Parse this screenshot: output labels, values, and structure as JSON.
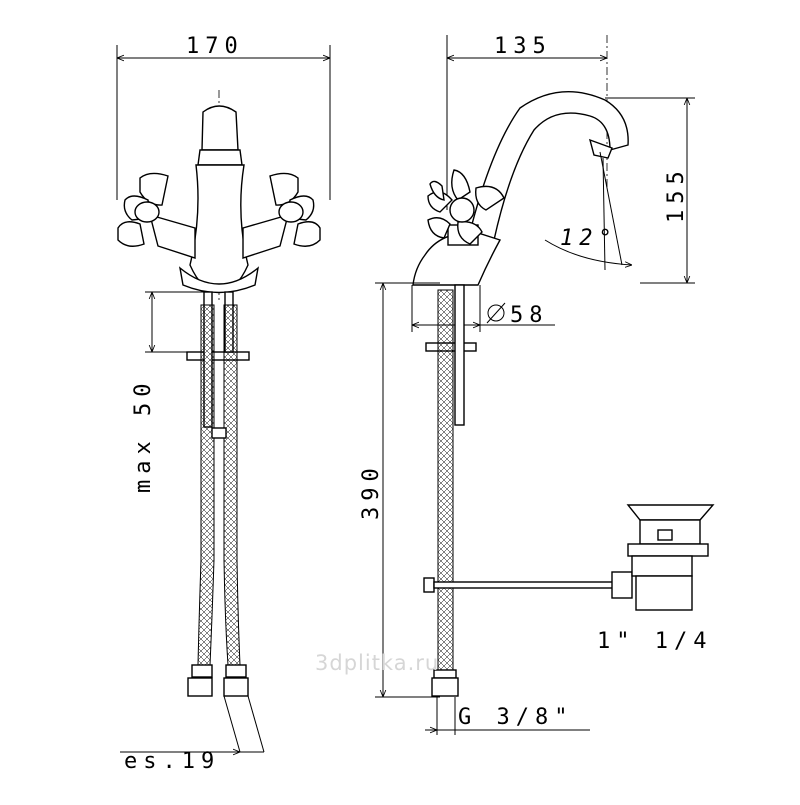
{
  "dimensions": {
    "front_width": "170",
    "side_reach": "135",
    "spout_height": "155",
    "spout_angle": "12°",
    "base_diameter": "58",
    "max_deck_thickness": "max 50",
    "hose_length": "390",
    "hose_thread": "G 3/8\"",
    "waste_size": "1\" 1/4",
    "hose_key": "es.19"
  },
  "symbols": {
    "diameter_icon": "diameter-symbol"
  },
  "watermark": "3dplitka.ru",
  "colors": {
    "line": "#000000",
    "background": "#ffffff",
    "watermark": "#d6d6d6"
  }
}
